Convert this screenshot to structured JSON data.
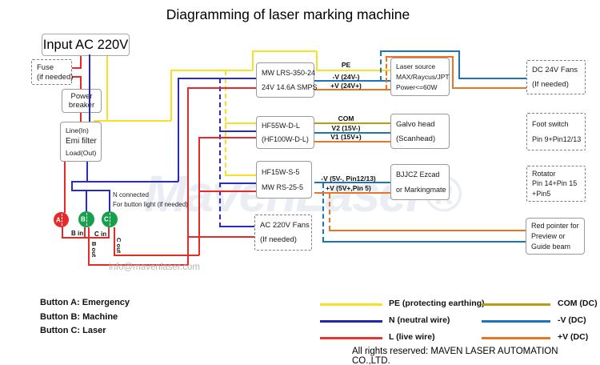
{
  "title": "Diagramming of laser marking machine",
  "nodes": {
    "input": {
      "label": "Input AC 220V"
    },
    "fuse": {
      "lines": [
        "Fuse",
        "(if needed)"
      ]
    },
    "breaker": {
      "lines": [
        "Power",
        "breaker"
      ]
    },
    "emi": {
      "lines": [
        "Line(In)",
        "Emi filter",
        "Load(Out)"
      ]
    },
    "smps24": {
      "lines": [
        "MW LRS-350-24",
        "24V 14.6A SMPS"
      ]
    },
    "hf55": {
      "lines": [
        "HF55W-D-L",
        "(HF100W-D-L)"
      ]
    },
    "hf15": {
      "lines": [
        "HF15W-S-5",
        "MW RS-25-5"
      ]
    },
    "acfans": {
      "lines": [
        "AC 220V  Fans",
        "(If needed)"
      ]
    },
    "laser": {
      "lines": [
        "Laser source",
        "MAX/Raycus/JPT",
        "Power<=60W"
      ]
    },
    "galvo": {
      "lines": [
        "Galvo head",
        "(Scanhead)"
      ]
    },
    "bjjcz": {
      "lines": [
        "BJJCZ Ezcad",
        "or Markingmate"
      ]
    },
    "dcfans": {
      "lines": [
        "DC 24V  Fans",
        "(If needed)"
      ]
    },
    "foot": {
      "lines": [
        "Foot switch",
        "Pin 9+Pin12/13"
      ]
    },
    "rotator": {
      "lines": [
        "Rotator",
        "Pin 14+Pin 15",
        "+Pin5"
      ]
    },
    "pointer": {
      "lines": [
        "Red pointer for",
        "Preview or",
        "Guide beam"
      ]
    }
  },
  "wire_labels": {
    "pe": "PE",
    "v24n": "-V (24V-)",
    "v24p": "+V (24V+)",
    "com": "COM",
    "v2": "V2 (15V-)",
    "v1": "V1 (15V+)",
    "v5n": "-V (5V-, Pin12/13)",
    "v5p": "+V (5V+,Pin 5)"
  },
  "buttons": {
    "a": "A",
    "b": "B",
    "c": "C",
    "b_in": "B in",
    "c_in": "C in",
    "b_out": "B out",
    "c_out": "C out",
    "note1": "N connected",
    "note2": "For button light (if needed)",
    "legend": [
      "Button A: Emergency",
      "Button B: Machine",
      "Button C: Laser"
    ]
  },
  "legend": {
    "left": [
      {
        "label": "PE (protecting earthing)",
        "color": "#f5e125"
      },
      {
        "label": "N (neutral wire)",
        "color": "#2424ad"
      },
      {
        "label": "L (live wire)",
        "color": "#e53535"
      }
    ],
    "right": [
      {
        "label": "COM (DC)",
        "color": "#b2a012"
      },
      {
        "label": "-V (DC)",
        "color": "#1b75bc"
      },
      {
        "label": "+V (DC)",
        "color": "#e87425"
      }
    ]
  },
  "watermark": {
    "brand": "MavenLaser®",
    "email": "info@mavenlaser.com"
  },
  "footer": "All rights reserved: MAVEN LASER AUTOMATION CO.,LTD.",
  "colors": {
    "pe": "#f5e125",
    "n": "#2a2ac4",
    "l": "#e62929",
    "com": "#b2a012",
    "vneg": "#1b75bc",
    "vpos": "#e87425"
  }
}
